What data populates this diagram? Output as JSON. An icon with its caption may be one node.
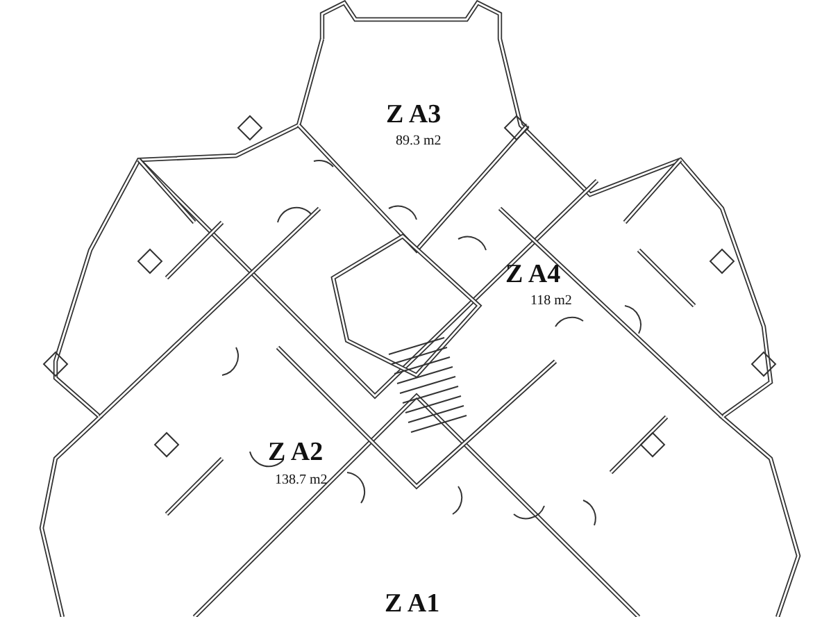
{
  "diagram": {
    "labels": [
      "Z A3",
      "89.3 m2",
      "Z A4",
      "118 m2",
      "Z A2",
      "138.7 m2",
      "Z A1"
    ]
  }
}
